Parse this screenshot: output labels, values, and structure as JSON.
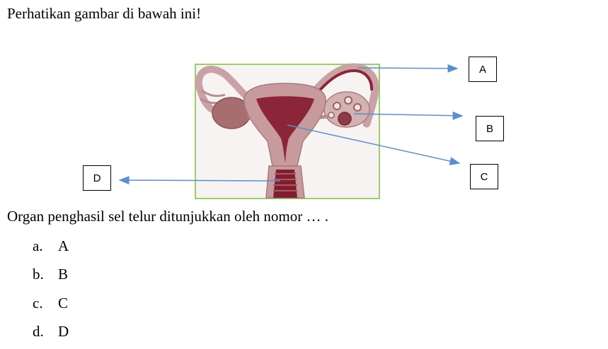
{
  "instruction": "Perhatikan gambar di bawah ini!",
  "figure": {
    "labels": {
      "a": "A",
      "b": "B",
      "c": "C",
      "d": "D"
    },
    "frame_color": "#9acd68",
    "arrow_color": "#5b8fc9",
    "tissue_color": "#c79b9e",
    "cavity_color": "#8b2638"
  },
  "question": "Organ penghasil sel telur ditunjukkan oleh nomor … .",
  "options": [
    {
      "letter": "a.",
      "text": "A"
    },
    {
      "letter": "b.",
      "text": "B"
    },
    {
      "letter": "c.",
      "text": "C"
    },
    {
      "letter": "d.",
      "text": "D"
    }
  ]
}
